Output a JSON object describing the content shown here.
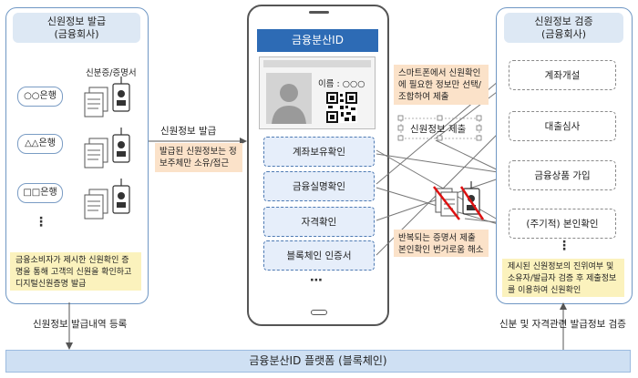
{
  "left_panel": {
    "title_line1": "신원정보 발급",
    "title_line2": "(금융회사)",
    "doc_label": "신분증/증명서",
    "banks": [
      "○○은행",
      "△△은행",
      "□□은행"
    ],
    "more": "⋮",
    "note": "금융소비자가 제시한 신원확인 증명을 통해 고객의 신원을 확인하고 디지털신원증명 발급"
  },
  "issue_arrow_label": "신원정보 발급",
  "issue_note": "발급된 신원정보는 정보주체만 소유/접근",
  "phone": {
    "header": "금융분산ID",
    "name_field": "이름 : ○○○",
    "items": [
      "계좌보유확인",
      "금융실명확인",
      "자격확인",
      "블록체인 인증서"
    ],
    "more": "⋯"
  },
  "middle": {
    "smartphone_note": "스마트폰에서 신원확인에 필요한 정보만 선택/조합하여 제출",
    "submit_label": "신원정보 제출",
    "bottom_note": "반복되는 증명서 제출 본인확인 번거로움 해소"
  },
  "right_panel": {
    "title_line1": "신원정보 검증",
    "title_line2": "(금융회사)",
    "items": [
      "계좌개설",
      "대출심사",
      "금융상품 가입",
      "(주기적) 본인확인"
    ],
    "more": "⋮",
    "note": "제시된 신원정보의 진위여부 및 소유자/발급자 검증 후 제출정보를 이용하여 신원확인"
  },
  "left_bottom_label": "신원정보 발급내역 등록",
  "right_bottom_label": "신분 및 자격관련 발급정보 검증",
  "platform": "금융분산ID 플랫폼 (블록체인)",
  "colors": {
    "panel_border": "#6f97c4",
    "title_fill": "#dde8f4",
    "orange_note": "#fbe2c9",
    "yellow_note": "#fbf2bd",
    "phone_header": "#2d6bb5",
    "platform_fill": "#cfe0f3"
  }
}
